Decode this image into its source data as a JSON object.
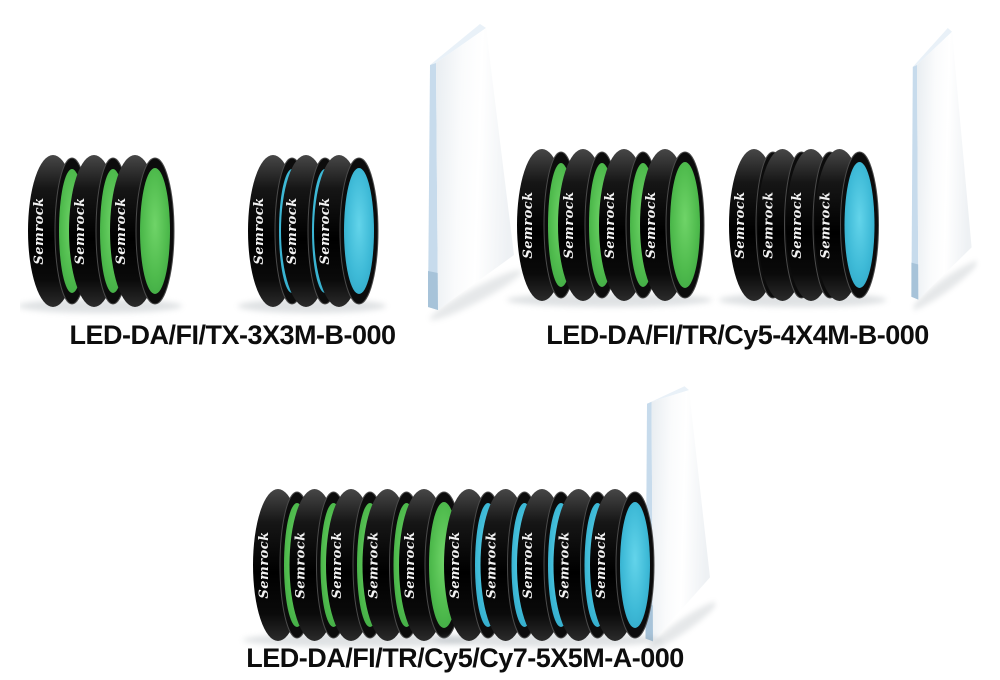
{
  "page": {
    "background_color": "#ffffff",
    "label_text_color": "#0d0d0d"
  },
  "brand_mark": "Semrock",
  "colors": {
    "excitation_filter_green": "#4fbb4d",
    "emission_filter_blue": "#3ebad7",
    "filter_ring_black": "#0c0c0c",
    "plate_face_white": "#fafbfc",
    "plate_edge_blue": "#c7dbec"
  },
  "sets": [
    {
      "label": "LED-DA/FI/TX-3X3M-B-000",
      "stacks": [
        {
          "kind": "excitation-filter-stack",
          "color": "green",
          "count": 3
        },
        {
          "kind": "emission-filter-stack",
          "color": "blue",
          "count": 3
        }
      ],
      "has_dichroic_plate": true
    },
    {
      "label": "LED-DA/FI/TR/Cy5-4X4M-B-000",
      "stacks": [
        {
          "kind": "excitation-filter-stack",
          "color": "green",
          "count": 4
        },
        {
          "kind": "emission-filter-stack",
          "color": "blue",
          "count": 4
        }
      ],
      "has_dichroic_plate": true
    },
    {
      "label": "LED-DA/FI/TR/Cy5/Cy7-5X5M-A-000",
      "stacks": [
        {
          "kind": "excitation-filter-stack",
          "color": "green",
          "count": 5
        },
        {
          "kind": "emission-filter-stack",
          "color": "blue",
          "count": 5
        }
      ],
      "has_dichroic_plate": true
    }
  ]
}
